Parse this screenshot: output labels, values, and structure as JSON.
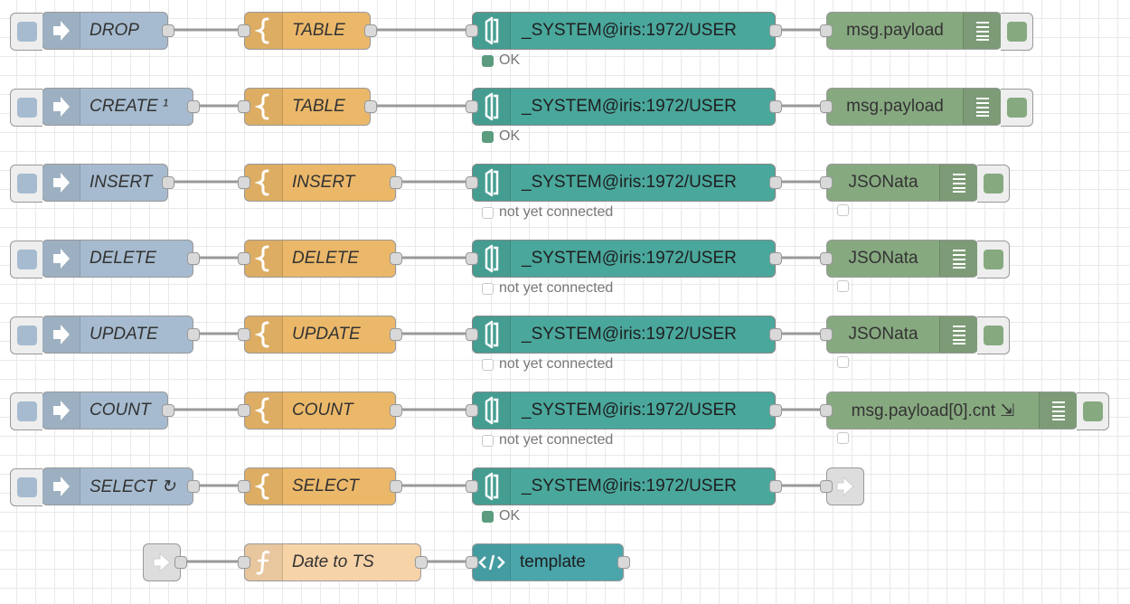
{
  "flow": {
    "rows": [
      {
        "inject": {
          "label": "DROP",
          "icon": "arrow-right-icon"
        },
        "template": {
          "label": "TABLE",
          "icon": "curly-brace-icon"
        },
        "iris": {
          "label": "_SYSTEM@iris:1972/USER",
          "icon": "database-icon",
          "status": {
            "text": "OK",
            "kind": "ok"
          }
        },
        "output": {
          "type": "debug",
          "label": "msg.payload",
          "icon": "debug-list-icon",
          "status": null
        }
      },
      {
        "inject": {
          "label": "CREATE ¹",
          "icon": "arrow-right-icon"
        },
        "template": {
          "label": "TABLE",
          "icon": "curly-brace-icon"
        },
        "iris": {
          "label": "_SYSTEM@iris:1972/USER",
          "icon": "database-icon",
          "status": {
            "text": "OK",
            "kind": "ok"
          }
        },
        "output": {
          "type": "debug",
          "label": "msg.payload",
          "icon": "debug-list-icon",
          "status": null
        }
      },
      {
        "inject": {
          "label": "INSERT",
          "icon": "arrow-right-icon"
        },
        "template": {
          "label": "INSERT",
          "icon": "curly-brace-icon"
        },
        "iris": {
          "label": "_SYSTEM@iris:1972/USER",
          "icon": "database-icon",
          "status": {
            "text": "not yet connected",
            "kind": "ring"
          }
        },
        "output": {
          "type": "debug",
          "label": "JSONata",
          "icon": "debug-list-icon",
          "status": {
            "text": "",
            "kind": "ring"
          }
        }
      },
      {
        "inject": {
          "label": "DELETE",
          "icon": "arrow-right-icon"
        },
        "template": {
          "label": "DELETE",
          "icon": "curly-brace-icon"
        },
        "iris": {
          "label": "_SYSTEM@iris:1972/USER",
          "icon": "database-icon",
          "status": {
            "text": "not yet connected",
            "kind": "ring"
          }
        },
        "output": {
          "type": "debug",
          "label": "JSONata",
          "icon": "debug-list-icon",
          "status": {
            "text": "",
            "kind": "ring"
          }
        }
      },
      {
        "inject": {
          "label": "UPDATE",
          "icon": "arrow-right-icon"
        },
        "template": {
          "label": "UPDATE",
          "icon": "curly-brace-icon"
        },
        "iris": {
          "label": "_SYSTEM@iris:1972/USER",
          "icon": "database-icon",
          "status": {
            "text": "not yet connected",
            "kind": "ring"
          }
        },
        "output": {
          "type": "debug",
          "label": "JSONata",
          "icon": "debug-list-icon",
          "status": {
            "text": "",
            "kind": "ring"
          }
        }
      },
      {
        "inject": {
          "label": "COUNT",
          "icon": "arrow-right-icon"
        },
        "template": {
          "label": "COUNT",
          "icon": "curly-brace-icon"
        },
        "iris": {
          "label": "_SYSTEM@iris:1972/USER",
          "icon": "database-icon",
          "status": {
            "text": "not yet connected",
            "kind": "ring"
          }
        },
        "output": {
          "type": "debug",
          "label": "msg.payload[0].cnt ⇲",
          "icon": "debug-list-icon",
          "status": {
            "text": "",
            "kind": "ring"
          }
        }
      },
      {
        "inject": {
          "label": "SELECT ↻",
          "icon": "arrow-right-icon"
        },
        "template": {
          "label": "SELECT",
          "icon": "curly-brace-icon"
        },
        "iris": {
          "label": "_SYSTEM@iris:1972/USER",
          "icon": "database-icon",
          "status": {
            "text": "OK",
            "kind": "ok"
          }
        },
        "output": {
          "type": "link-out",
          "label": "",
          "icon": "link-out-icon",
          "status": null
        }
      }
    ],
    "bottom": {
      "link_in": {
        "icon": "link-in-icon"
      },
      "function": {
        "label": "Date to TS",
        "icon": "function-icon"
      },
      "html_template": {
        "label": "template",
        "icon": "code-icon"
      }
    }
  },
  "colors": {
    "inject": "#a6bbcf",
    "template": "#ebb86a",
    "iris": "#4aa79c",
    "debug": "#87a980",
    "link": "#dddddd",
    "function": "#f7d3a8",
    "html_template": "#4aa6ab",
    "wire": "#999999",
    "status_ok": "#5a9c7d"
  }
}
